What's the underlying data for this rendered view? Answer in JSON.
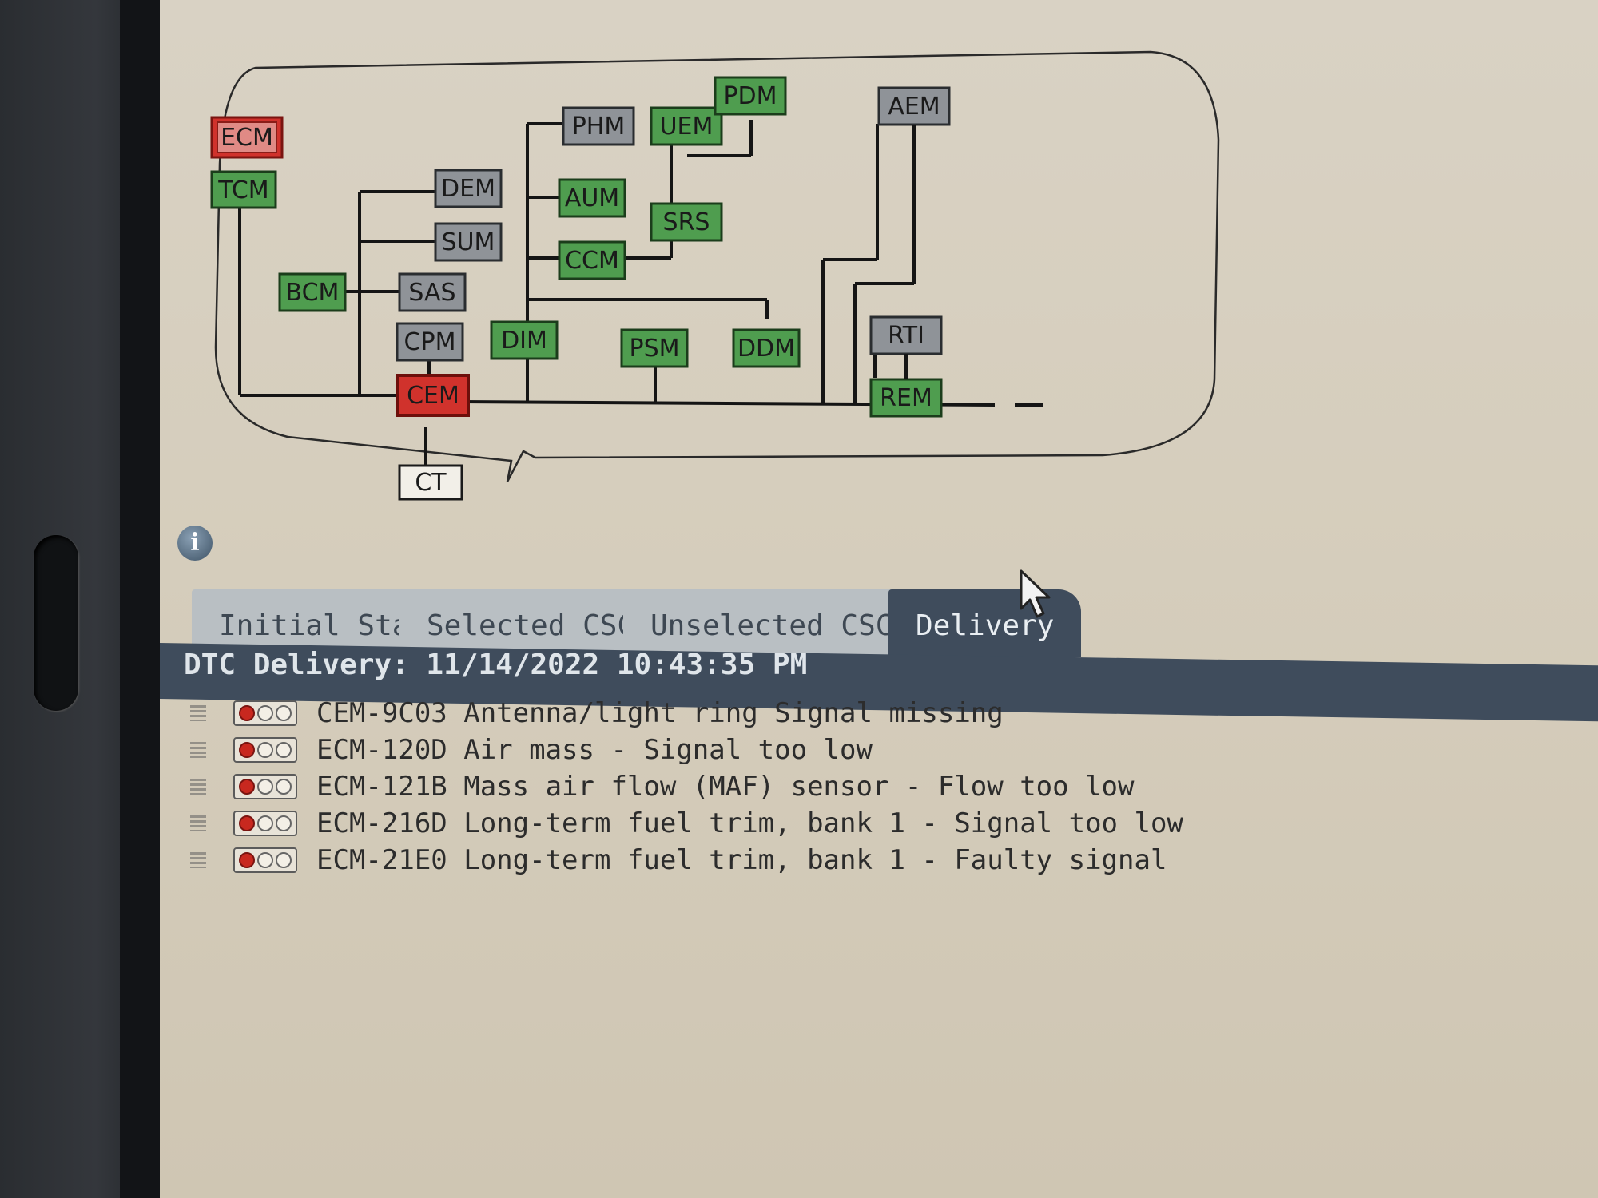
{
  "network": {
    "modules": [
      {
        "id": "ecm",
        "label": "ECM",
        "status": "fault"
      },
      {
        "id": "tcm",
        "label": "TCM",
        "status": "ok"
      },
      {
        "id": "dem",
        "label": "DEM",
        "status": "no-response"
      },
      {
        "id": "sum",
        "label": "SUM",
        "status": "no-response"
      },
      {
        "id": "bcm",
        "label": "BCM",
        "status": "ok"
      },
      {
        "id": "sas",
        "label": "SAS",
        "status": "no-response"
      },
      {
        "id": "cpm",
        "label": "CPM",
        "status": "no-response"
      },
      {
        "id": "cem",
        "label": "CEM",
        "status": "fault"
      },
      {
        "id": "ct",
        "label": "CT",
        "status": "none"
      },
      {
        "id": "phm",
        "label": "PHM",
        "status": "no-response"
      },
      {
        "id": "uem",
        "label": "UEM",
        "status": "ok"
      },
      {
        "id": "pdm",
        "label": "PDM",
        "status": "ok"
      },
      {
        "id": "aum",
        "label": "AUM",
        "status": "ok"
      },
      {
        "id": "srs",
        "label": "SRS",
        "status": "ok"
      },
      {
        "id": "ccm",
        "label": "CCM",
        "status": "ok"
      },
      {
        "id": "dim",
        "label": "DIM",
        "status": "ok"
      },
      {
        "id": "psm",
        "label": "PSM",
        "status": "ok"
      },
      {
        "id": "ddm",
        "label": "DDM",
        "status": "ok"
      },
      {
        "id": "aem",
        "label": "AEM",
        "status": "no-response"
      },
      {
        "id": "rti",
        "label": "RTI",
        "status": "no-response"
      },
      {
        "id": "rem",
        "label": "REM",
        "status": "ok"
      }
    ],
    "colors": {
      "ok": "#4f9d4f",
      "fault": "#d0322c",
      "no-response": "#8f9398",
      "none": "#f2efe8",
      "line": "#151515"
    }
  },
  "tabs": {
    "initial_state": "Initial State",
    "selected_csc": "Selected CSC",
    "unselected_csc": "Unselected CSC",
    "delivery": "Delivery",
    "active": "Delivery"
  },
  "header": {
    "title": "DTC Delivery: 11/14/2022 10:43:35 PM"
  },
  "dtcs": [
    {
      "text": "CEM-9C03 Antenna/light ring Signal missing",
      "lights": [
        "red",
        "off",
        "off"
      ]
    },
    {
      "text": "ECM-120D Air mass - Signal too low",
      "lights": [
        "red",
        "off",
        "off"
      ]
    },
    {
      "text": "ECM-121B Mass air flow (MAF) sensor - Flow too low",
      "lights": [
        "red",
        "off",
        "off"
      ]
    },
    {
      "text": "ECM-216D Long-term fuel trim, bank 1 - Signal too low",
      "lights": [
        "red",
        "off",
        "off"
      ]
    },
    {
      "text": "ECM-21E0 Long-term fuel trim, bank 1 - Faulty signal",
      "lights": [
        "red",
        "off",
        "off"
      ]
    }
  ],
  "icons": {
    "info": "info-icon",
    "cursor": "mouse-pointer-icon",
    "grip": "drag-grip-icon",
    "status": "traffic-light-icon"
  }
}
